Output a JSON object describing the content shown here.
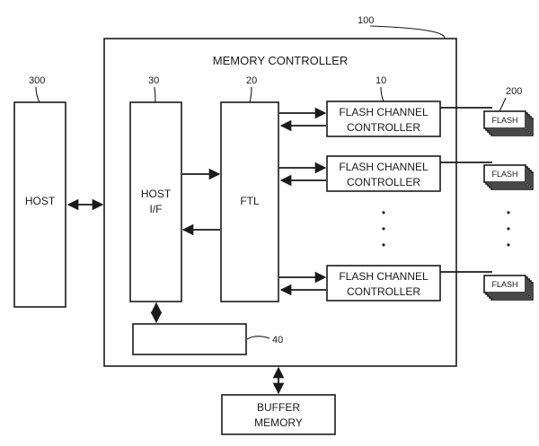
{
  "diagram": {
    "memory_controller": {
      "ref": "100",
      "title": "MEMORY CONTROLLER"
    },
    "host": {
      "ref": "300",
      "label": "HOST"
    },
    "host_if": {
      "ref": "30",
      "label_line1": "HOST",
      "label_line2": "I/F"
    },
    "ftl": {
      "ref": "20",
      "label": "FTL"
    },
    "flash_channel_controller": {
      "ref": "10",
      "label_line1": "FLASH CHANNEL",
      "label_line2": "CONTROLLER"
    },
    "flash": {
      "ref": "200",
      "label": "FLASH"
    },
    "block_40": {
      "ref": "40"
    },
    "buffer_memory": {
      "label_line1": "BUFFER",
      "label_line2": "MEMORY"
    },
    "ellipsis": "•"
  }
}
